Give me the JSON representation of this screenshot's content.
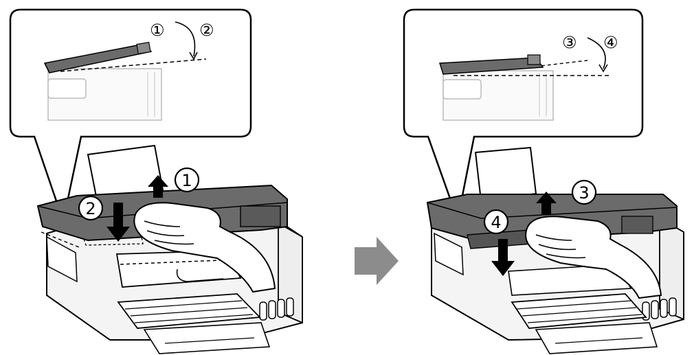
{
  "panels": [
    {
      "id": "left",
      "callout": {
        "labels": [
          "①",
          "②"
        ]
      },
      "steps": [
        {
          "label": "1",
          "direction": "up"
        },
        {
          "label": "2",
          "direction": "down"
        }
      ]
    },
    {
      "id": "right",
      "callout": {
        "labels": [
          "③",
          "④"
        ]
      },
      "steps": [
        {
          "label": "3",
          "direction": "up"
        },
        {
          "label": "4",
          "direction": "down"
        }
      ]
    }
  ],
  "colors": {
    "line": "#000000",
    "paper": "#ffffff",
    "scanner_dark": "#6b6b6b",
    "scanner_light": "#8a8a8a",
    "arrow_gray": "#8c8c8c",
    "body_light": "#f4f4f4"
  },
  "transition_arrow": {
    "icon": "arrow-right-icon"
  }
}
